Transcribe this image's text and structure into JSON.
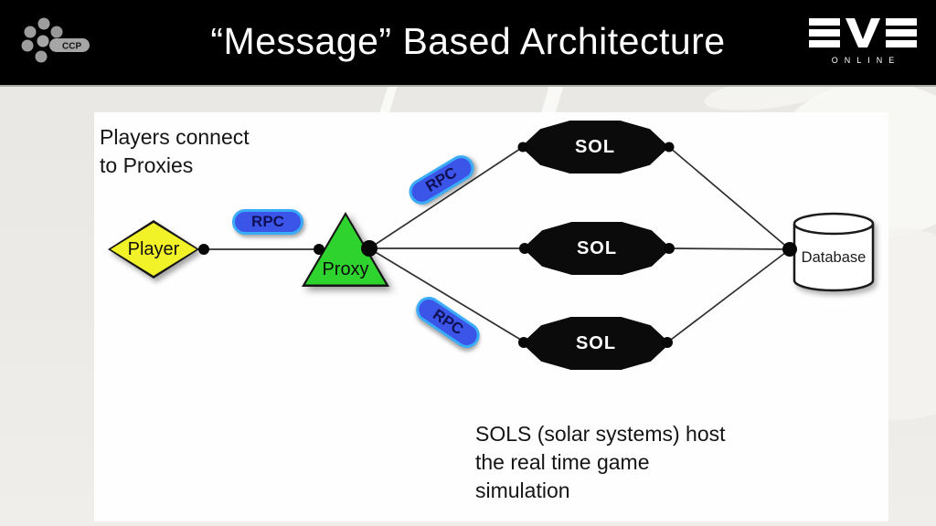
{
  "header": {
    "title": "“Message” Based Architecture",
    "ccp_label": "CCP",
    "eve_label_online": "ONLINE"
  },
  "annotations": {
    "players_note_line1": "Players connect",
    "players_note_line2": "to Proxies",
    "sols_note_line1": "SOLS (solar systems) host",
    "sols_note_line2": "the real time game",
    "sols_note_line3": "simulation"
  },
  "diagram": {
    "nodes": {
      "player": {
        "label": "Player",
        "shape": "diamond"
      },
      "proxy": {
        "label": "Proxy",
        "shape": "triangle"
      },
      "sols": [
        {
          "label": "SOL"
        },
        {
          "label": "SOL"
        },
        {
          "label": "SOL"
        }
      ],
      "database": {
        "label": "Database",
        "shape": "cylinder"
      }
    },
    "edge_labels": [
      {
        "label": "RPC"
      },
      {
        "label": "RPC"
      },
      {
        "label": "RPC"
      }
    ],
    "edges": [
      "player-proxy",
      "proxy-sol1",
      "proxy-sol2",
      "proxy-sol3",
      "sol1-database",
      "sol2-database",
      "sol3-database"
    ],
    "colors": {
      "player_fill": "#f2f228",
      "proxy_fill": "#2ed32e",
      "rpc_fill": "#3c55e9",
      "rpc_border": "#3aacf8",
      "rpc_text": "#101055",
      "sol_fill": "#0b0b0b",
      "sol_text": "#ffffff",
      "wire": "#2e2e2e",
      "db_fill": "#ffffff",
      "db_stroke": "#1a1a1a"
    }
  }
}
